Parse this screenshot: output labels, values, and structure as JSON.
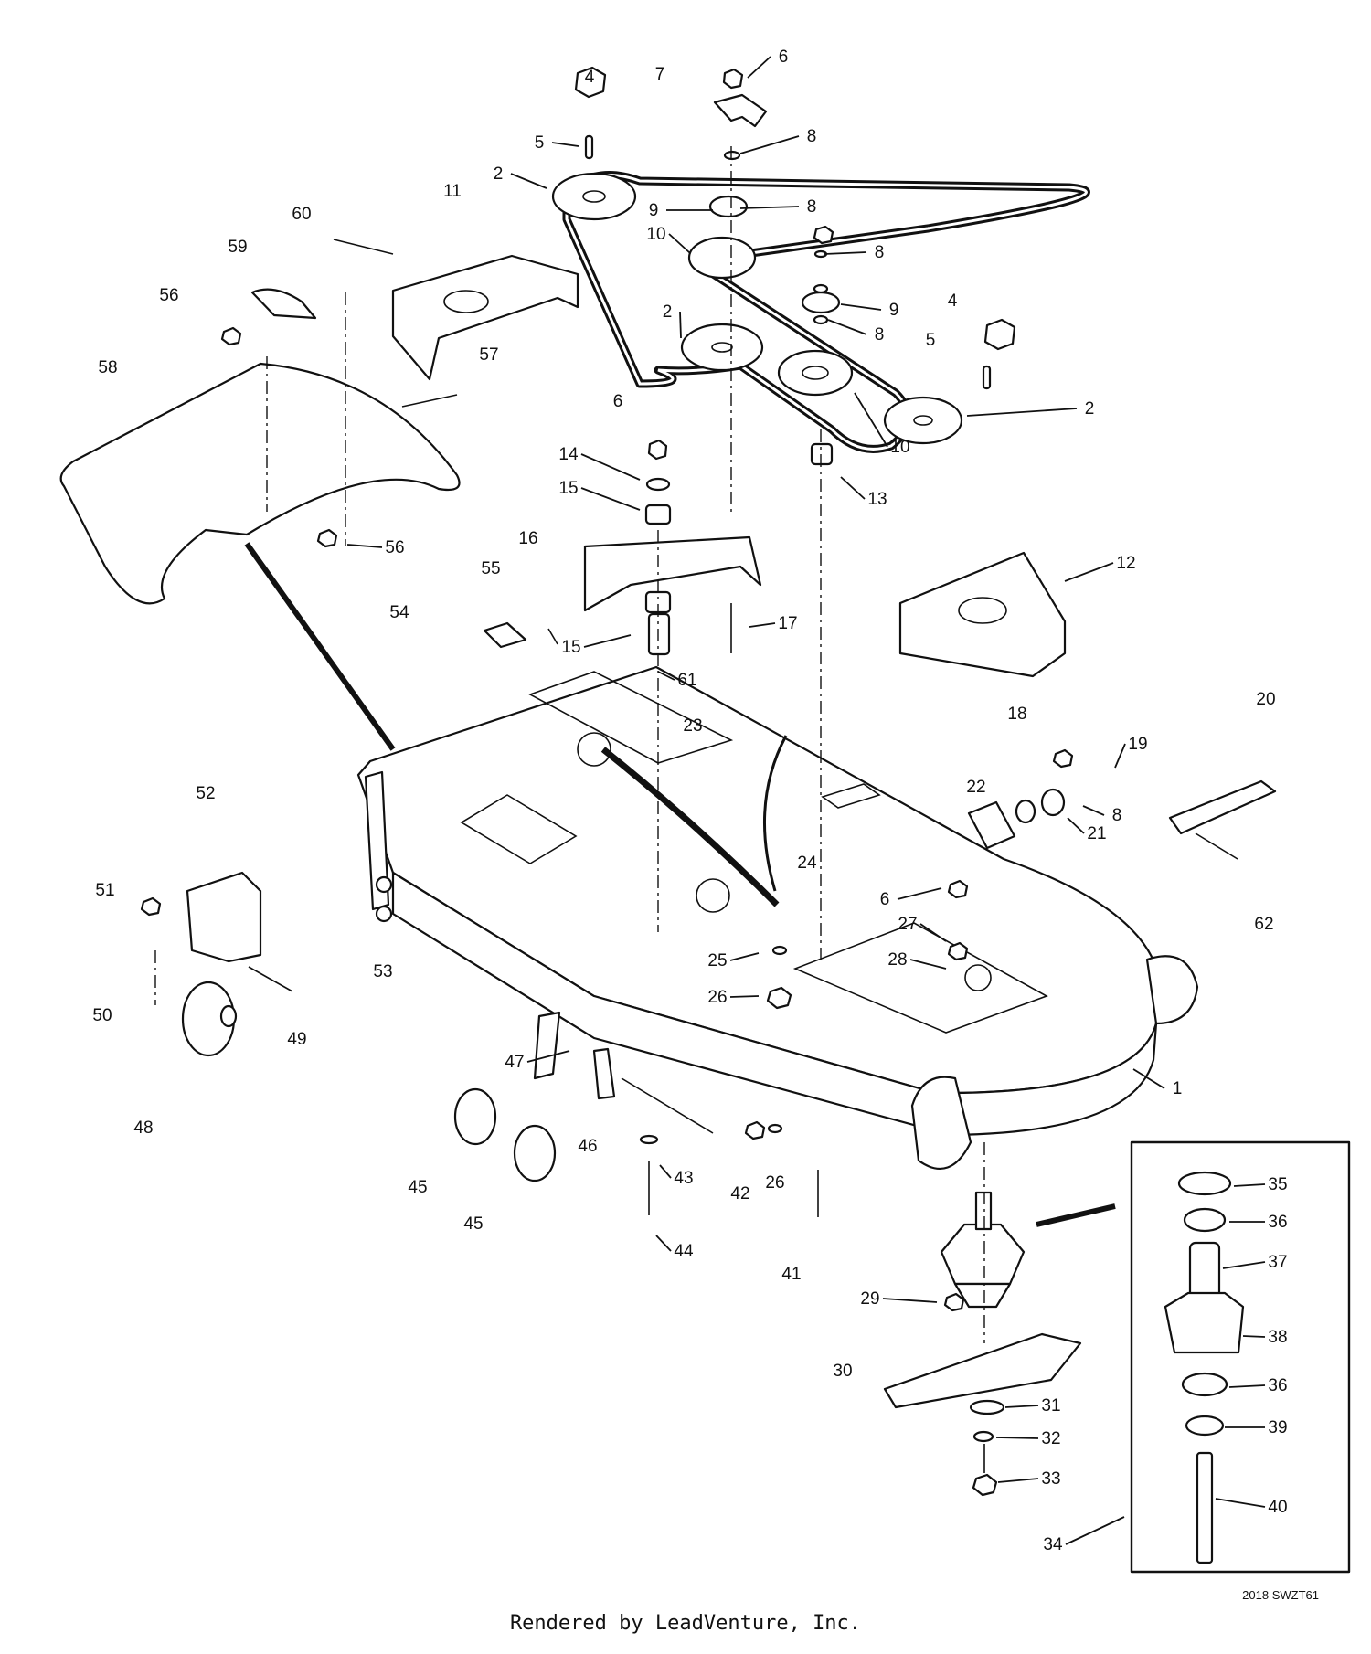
{
  "diagram": {
    "callouts": [
      {
        "id": "c1",
        "text": "1"
      },
      {
        "id": "c2a",
        "text": "2"
      },
      {
        "id": "c2b",
        "text": "2"
      },
      {
        "id": "c2c",
        "text": "2"
      },
      {
        "id": "c4a",
        "text": "4"
      },
      {
        "id": "c4b",
        "text": "4"
      },
      {
        "id": "c5a",
        "text": "5"
      },
      {
        "id": "c5b",
        "text": "5"
      },
      {
        "id": "c6a",
        "text": "6"
      },
      {
        "id": "c6b",
        "text": "6"
      },
      {
        "id": "c6c",
        "text": "6"
      },
      {
        "id": "c7",
        "text": "7"
      },
      {
        "id": "c8a",
        "text": "8"
      },
      {
        "id": "c8b",
        "text": "8"
      },
      {
        "id": "c8c",
        "text": "8"
      },
      {
        "id": "c8d",
        "text": "8"
      },
      {
        "id": "c8e",
        "text": "8"
      },
      {
        "id": "c9a",
        "text": "9"
      },
      {
        "id": "c9b",
        "text": "9"
      },
      {
        "id": "c10a",
        "text": "10"
      },
      {
        "id": "c10b",
        "text": "10"
      },
      {
        "id": "c11",
        "text": "11"
      },
      {
        "id": "c12",
        "text": "12"
      },
      {
        "id": "c13",
        "text": "13"
      },
      {
        "id": "c14",
        "text": "14"
      },
      {
        "id": "c15a",
        "text": "15"
      },
      {
        "id": "c15b",
        "text": "15"
      },
      {
        "id": "c16",
        "text": "16"
      },
      {
        "id": "c17",
        "text": "17"
      },
      {
        "id": "c18",
        "text": "18"
      },
      {
        "id": "c19",
        "text": "19"
      },
      {
        "id": "c20",
        "text": "20"
      },
      {
        "id": "c21",
        "text": "21"
      },
      {
        "id": "c22",
        "text": "22"
      },
      {
        "id": "c23",
        "text": "23"
      },
      {
        "id": "c24",
        "text": "24"
      },
      {
        "id": "c25",
        "text": "25"
      },
      {
        "id": "c26a",
        "text": "26"
      },
      {
        "id": "c26b",
        "text": "26"
      },
      {
        "id": "c27",
        "text": "27"
      },
      {
        "id": "c28",
        "text": "28"
      },
      {
        "id": "c29",
        "text": "29"
      },
      {
        "id": "c30",
        "text": "30"
      },
      {
        "id": "c31",
        "text": "31"
      },
      {
        "id": "c32",
        "text": "32"
      },
      {
        "id": "c33",
        "text": "33"
      },
      {
        "id": "c34",
        "text": "34"
      },
      {
        "id": "c35",
        "text": "35"
      },
      {
        "id": "c36a",
        "text": "36"
      },
      {
        "id": "c36b",
        "text": "36"
      },
      {
        "id": "c37",
        "text": "37"
      },
      {
        "id": "c38",
        "text": "38"
      },
      {
        "id": "c39",
        "text": "39"
      },
      {
        "id": "c40",
        "text": "40"
      },
      {
        "id": "c41",
        "text": "41"
      },
      {
        "id": "c42",
        "text": "42"
      },
      {
        "id": "c43",
        "text": "43"
      },
      {
        "id": "c44",
        "text": "44"
      },
      {
        "id": "c45a",
        "text": "45"
      },
      {
        "id": "c45b",
        "text": "45"
      },
      {
        "id": "c46",
        "text": "46"
      },
      {
        "id": "c47",
        "text": "47"
      },
      {
        "id": "c48",
        "text": "48"
      },
      {
        "id": "c49",
        "text": "49"
      },
      {
        "id": "c50",
        "text": "50"
      },
      {
        "id": "c51",
        "text": "51"
      },
      {
        "id": "c52",
        "text": "52"
      },
      {
        "id": "c53",
        "text": "53"
      },
      {
        "id": "c54",
        "text": "54"
      },
      {
        "id": "c55",
        "text": "55"
      },
      {
        "id": "c56a",
        "text": "56"
      },
      {
        "id": "c56b",
        "text": "56"
      },
      {
        "id": "c57",
        "text": "57"
      },
      {
        "id": "c58",
        "text": "58"
      },
      {
        "id": "c59",
        "text": "59"
      },
      {
        "id": "c60",
        "text": "60"
      },
      {
        "id": "c61",
        "text": "61"
      },
      {
        "id": "c62",
        "text": "62"
      }
    ],
    "drawing_code": "2018 SWZT61",
    "footer": "Rendered by LeadVenture, Inc."
  }
}
